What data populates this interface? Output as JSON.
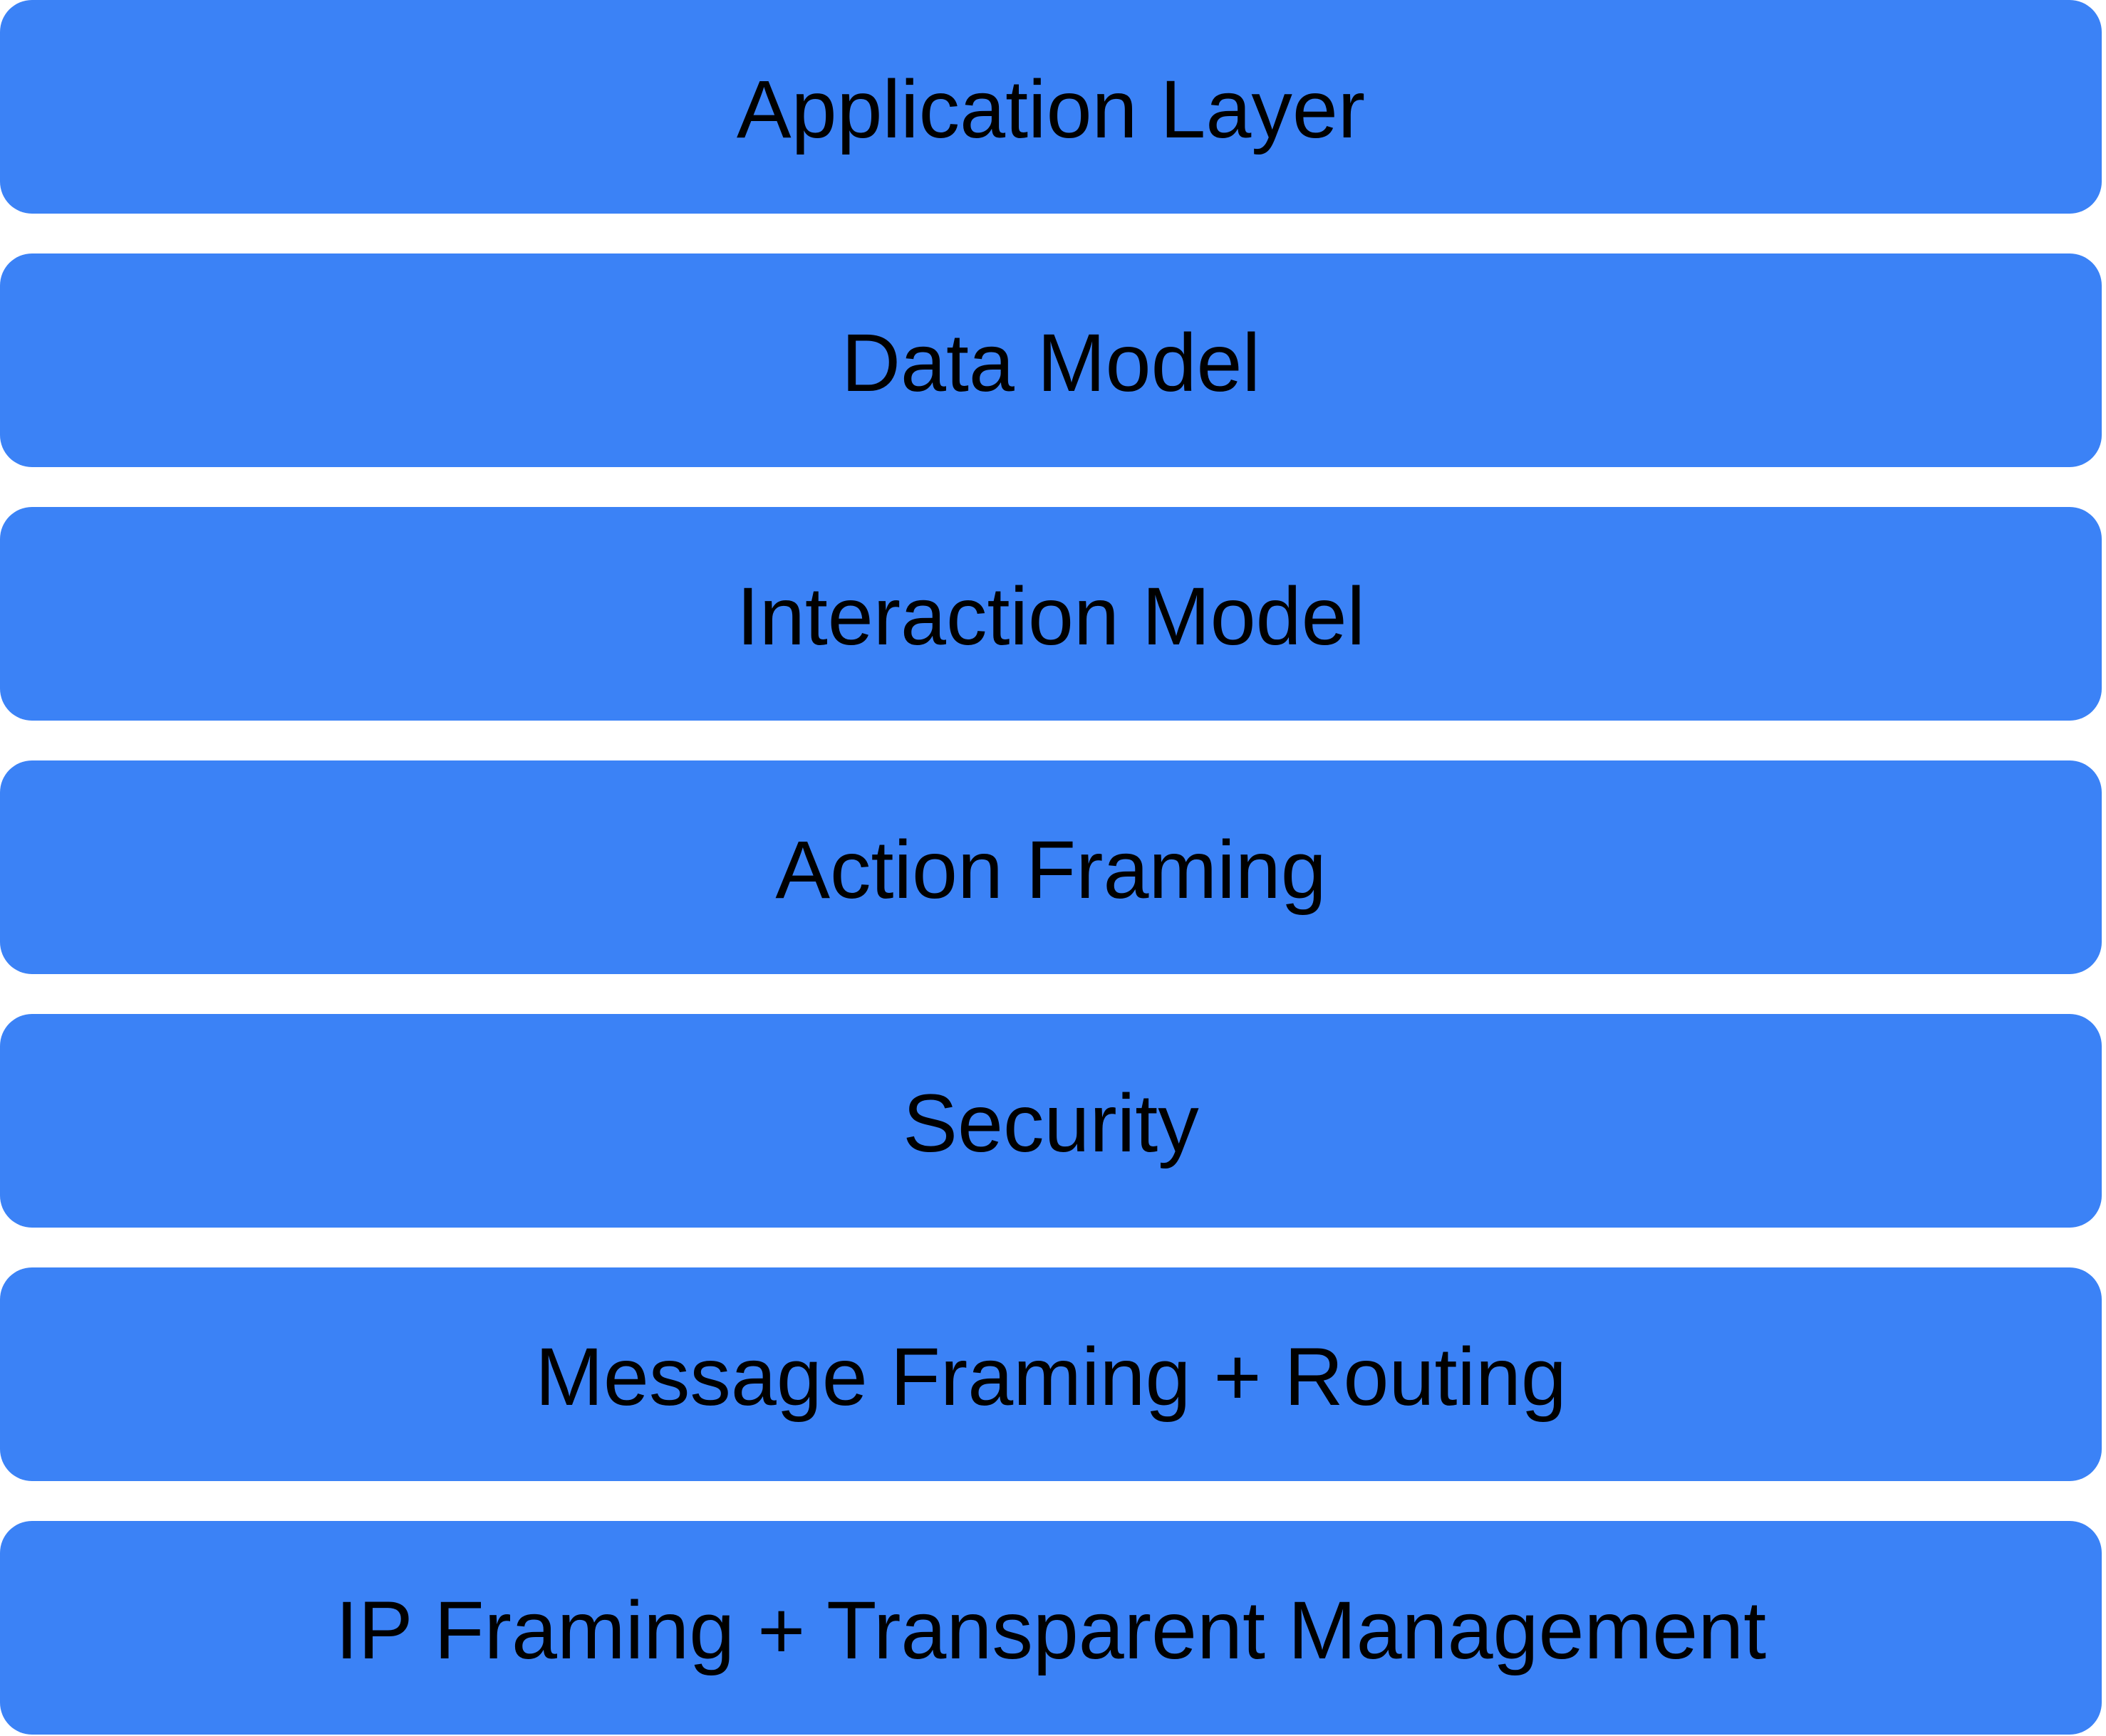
{
  "diagram": {
    "type": "layered-stack",
    "layers": [
      {
        "label": "Application Layer"
      },
      {
        "label": "Data Model"
      },
      {
        "label": "Interaction Model"
      },
      {
        "label": "Action Framing"
      },
      {
        "label": "Security"
      },
      {
        "label": "Message Framing + Routing"
      },
      {
        "label": "IP Framing + Transparent Management"
      }
    ],
    "colors": {
      "box_fill": "#3b82f6",
      "label_text": "#000000",
      "background": "#ffffff"
    }
  }
}
